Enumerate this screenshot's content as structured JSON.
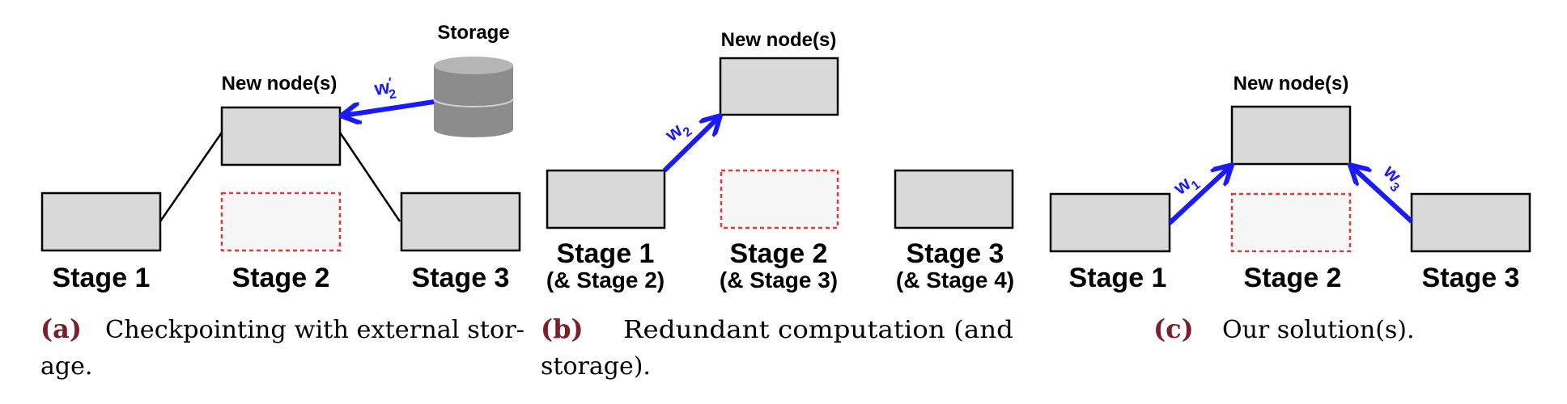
{
  "panel_a": {
    "storage_label": "Storage",
    "new_node_label": "New node(s)",
    "weight_label": "w",
    "weight_sub": "2",
    "weight_prime": "′",
    "stage1": "Stage 1",
    "stage2": "Stage 2",
    "stage3": "Stage 3",
    "caption_letter": "(a)",
    "caption_line1": "Checkpointing with external stor-",
    "caption_line2": "age."
  },
  "panel_b": {
    "new_node_label": "New node(s)",
    "weight_label": "w",
    "weight_sub": "2",
    "stage1": "Stage 1",
    "stage1_sub": "(& Stage 2)",
    "stage2": "Stage 2",
    "stage2_sub": "(& Stage 3)",
    "stage3": "Stage 3",
    "stage3_sub": "(& Stage 4)",
    "caption_letter": "(b)",
    "caption_line1": "Redundant computation (and",
    "caption_line2": "storage)."
  },
  "panel_c": {
    "new_node_label": "New node(s)",
    "weight1_label": "w",
    "weight1_sub": "1",
    "weight3_label": "w",
    "weight3_sub": "3",
    "stage1": "Stage 1",
    "stage2": "Stage 2",
    "stage3": "Stage 3",
    "caption_letter": "(c)",
    "caption_text": "Our solution(s)."
  },
  "colors": {
    "node_fill": "#d9d9d9",
    "failed_fill": "#f7f7f7",
    "failed_border": "#e53935",
    "arrow": "#1a1aff",
    "caption_letter": "#7a1f2b",
    "storage": "#8c8c8c"
  }
}
